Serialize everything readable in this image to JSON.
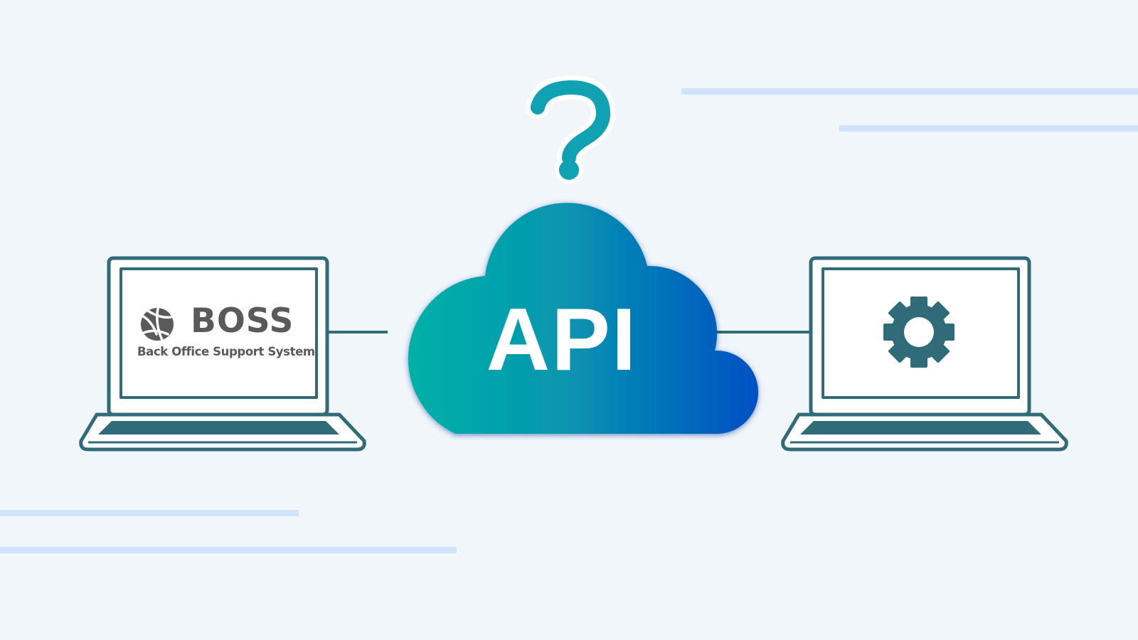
{
  "diagram": {
    "left_system": {
      "logo": {
        "title": "BOSS",
        "subtitle": "Back Office Support System",
        "icon": "globe-icon"
      }
    },
    "cloud": {
      "label": "API",
      "icon": "question-mark-icon"
    },
    "right_system": {
      "icon": "gear-icon"
    }
  },
  "colors": {
    "background": "#f1f6fb",
    "laptop_stroke": "#2f6b78",
    "accent_lines": "#cfe4fb",
    "cloud_gradient_start": "#00b1a6",
    "cloud_gradient_end": "#0050c3",
    "question_mark": "#10a1b2",
    "logo_gray": "#5a5a5a"
  }
}
